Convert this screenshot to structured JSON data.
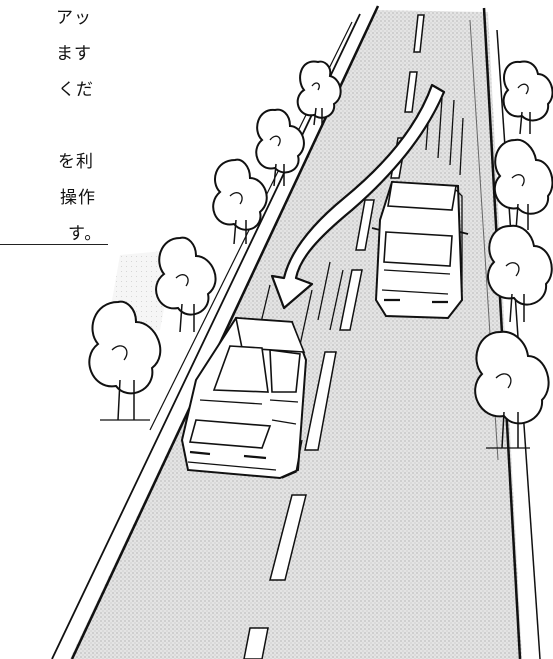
{
  "text_fragment": {
    "lines": [
      "アッ",
      "ます",
      "くだ",
      "を利",
      "操作",
      "す。"
    ]
  },
  "illustration": {
    "subject": "car-overtaking-on-road-illustration",
    "colors": {
      "ink": "#111111",
      "road_fill": "#d9d9d9",
      "tree_fill": "#e3e3e3",
      "background": "#ffffff"
    }
  }
}
